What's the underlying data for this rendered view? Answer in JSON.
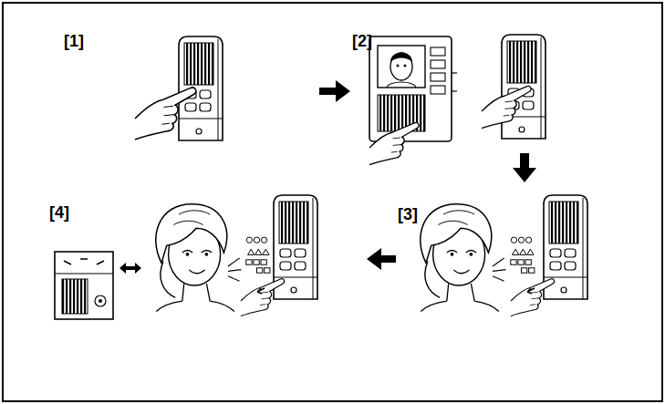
{
  "diagram": {
    "labels": [
      "[1]",
      "[2]",
      "[3]",
      "[4]"
    ]
  }
}
